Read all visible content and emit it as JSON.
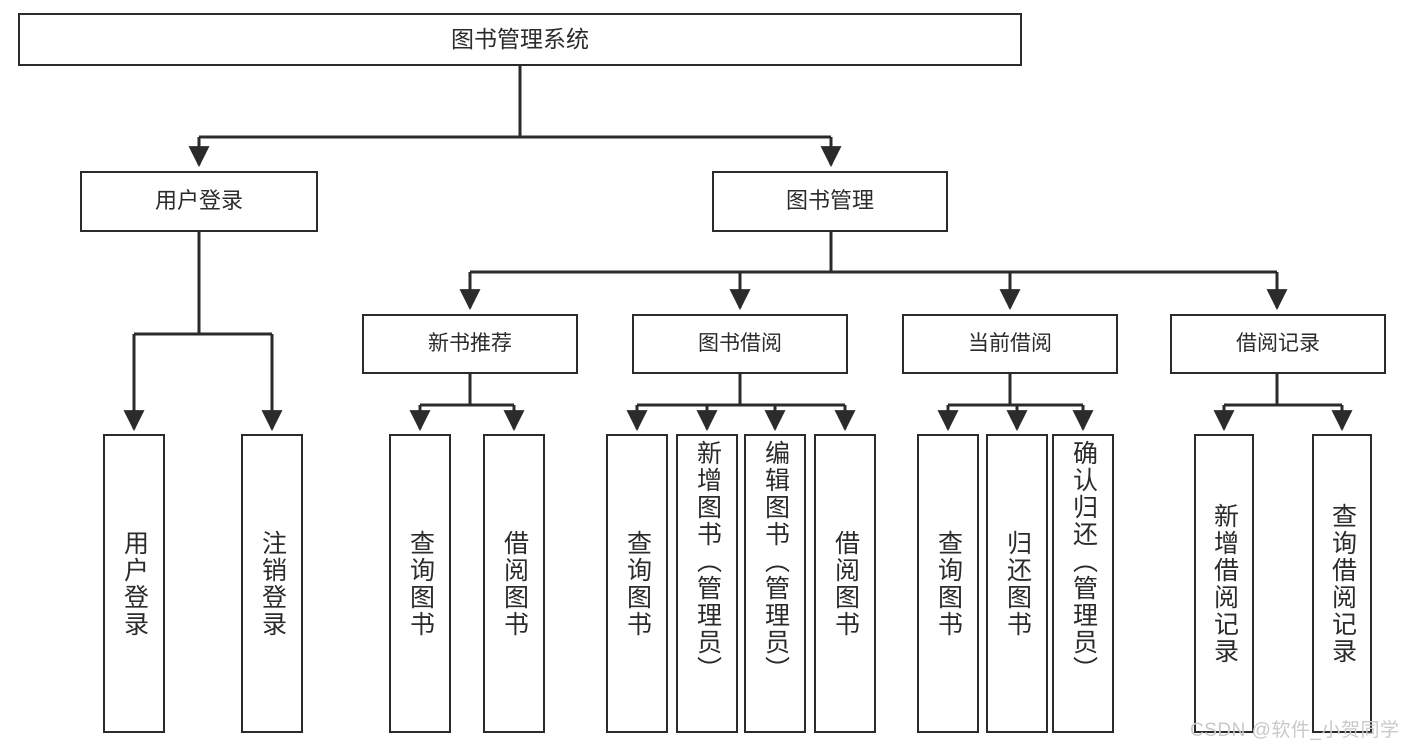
{
  "diagram": {
    "type": "hierarchy-tree",
    "title": "图书管理系统",
    "root": {
      "label": "图书管理系统"
    },
    "level2": [
      {
        "label": "用户登录"
      },
      {
        "label": "图书管理"
      }
    ],
    "level3": [
      {
        "label": "新书推荐"
      },
      {
        "label": "图书借阅"
      },
      {
        "label": "当前借阅"
      },
      {
        "label": "借阅记录"
      }
    ],
    "leaves": [
      {
        "label": "用户登录",
        "parent": "用户登录",
        "align": "center"
      },
      {
        "label": "注销登录",
        "parent": "用户登录",
        "align": "center"
      },
      {
        "label": "查询图书",
        "parent": "新书推荐",
        "align": "center"
      },
      {
        "label": "借阅图书",
        "parent": "新书推荐",
        "align": "center"
      },
      {
        "label": "查询图书",
        "parent": "图书借阅",
        "align": "center"
      },
      {
        "label": "新增图书（管理员）",
        "parent": "图书借阅",
        "align": "top"
      },
      {
        "label": "编辑图书（管理员）",
        "parent": "图书借阅",
        "align": "top"
      },
      {
        "label": "借阅图书",
        "parent": "图书借阅",
        "align": "center"
      },
      {
        "label": "查询图书",
        "parent": "当前借阅",
        "align": "center"
      },
      {
        "label": "归还图书",
        "parent": "当前借阅",
        "align": "center"
      },
      {
        "label": "确认归还（管理员）",
        "parent": "当前借阅",
        "align": "top"
      },
      {
        "label": "新增借阅记录",
        "parent": "借阅记录",
        "align": "center"
      },
      {
        "label": "查询借阅记录",
        "parent": "借阅记录",
        "align": "center"
      }
    ],
    "watermark": "CSDN @软件_小贺同学",
    "colors": {
      "background": "#ffffff",
      "box_border": "#2b2b2b",
      "box_fill": "#ffffff",
      "connector": "#2b2b2b",
      "text": "#2b2b2b",
      "watermark": "#c9c9c9"
    }
  }
}
